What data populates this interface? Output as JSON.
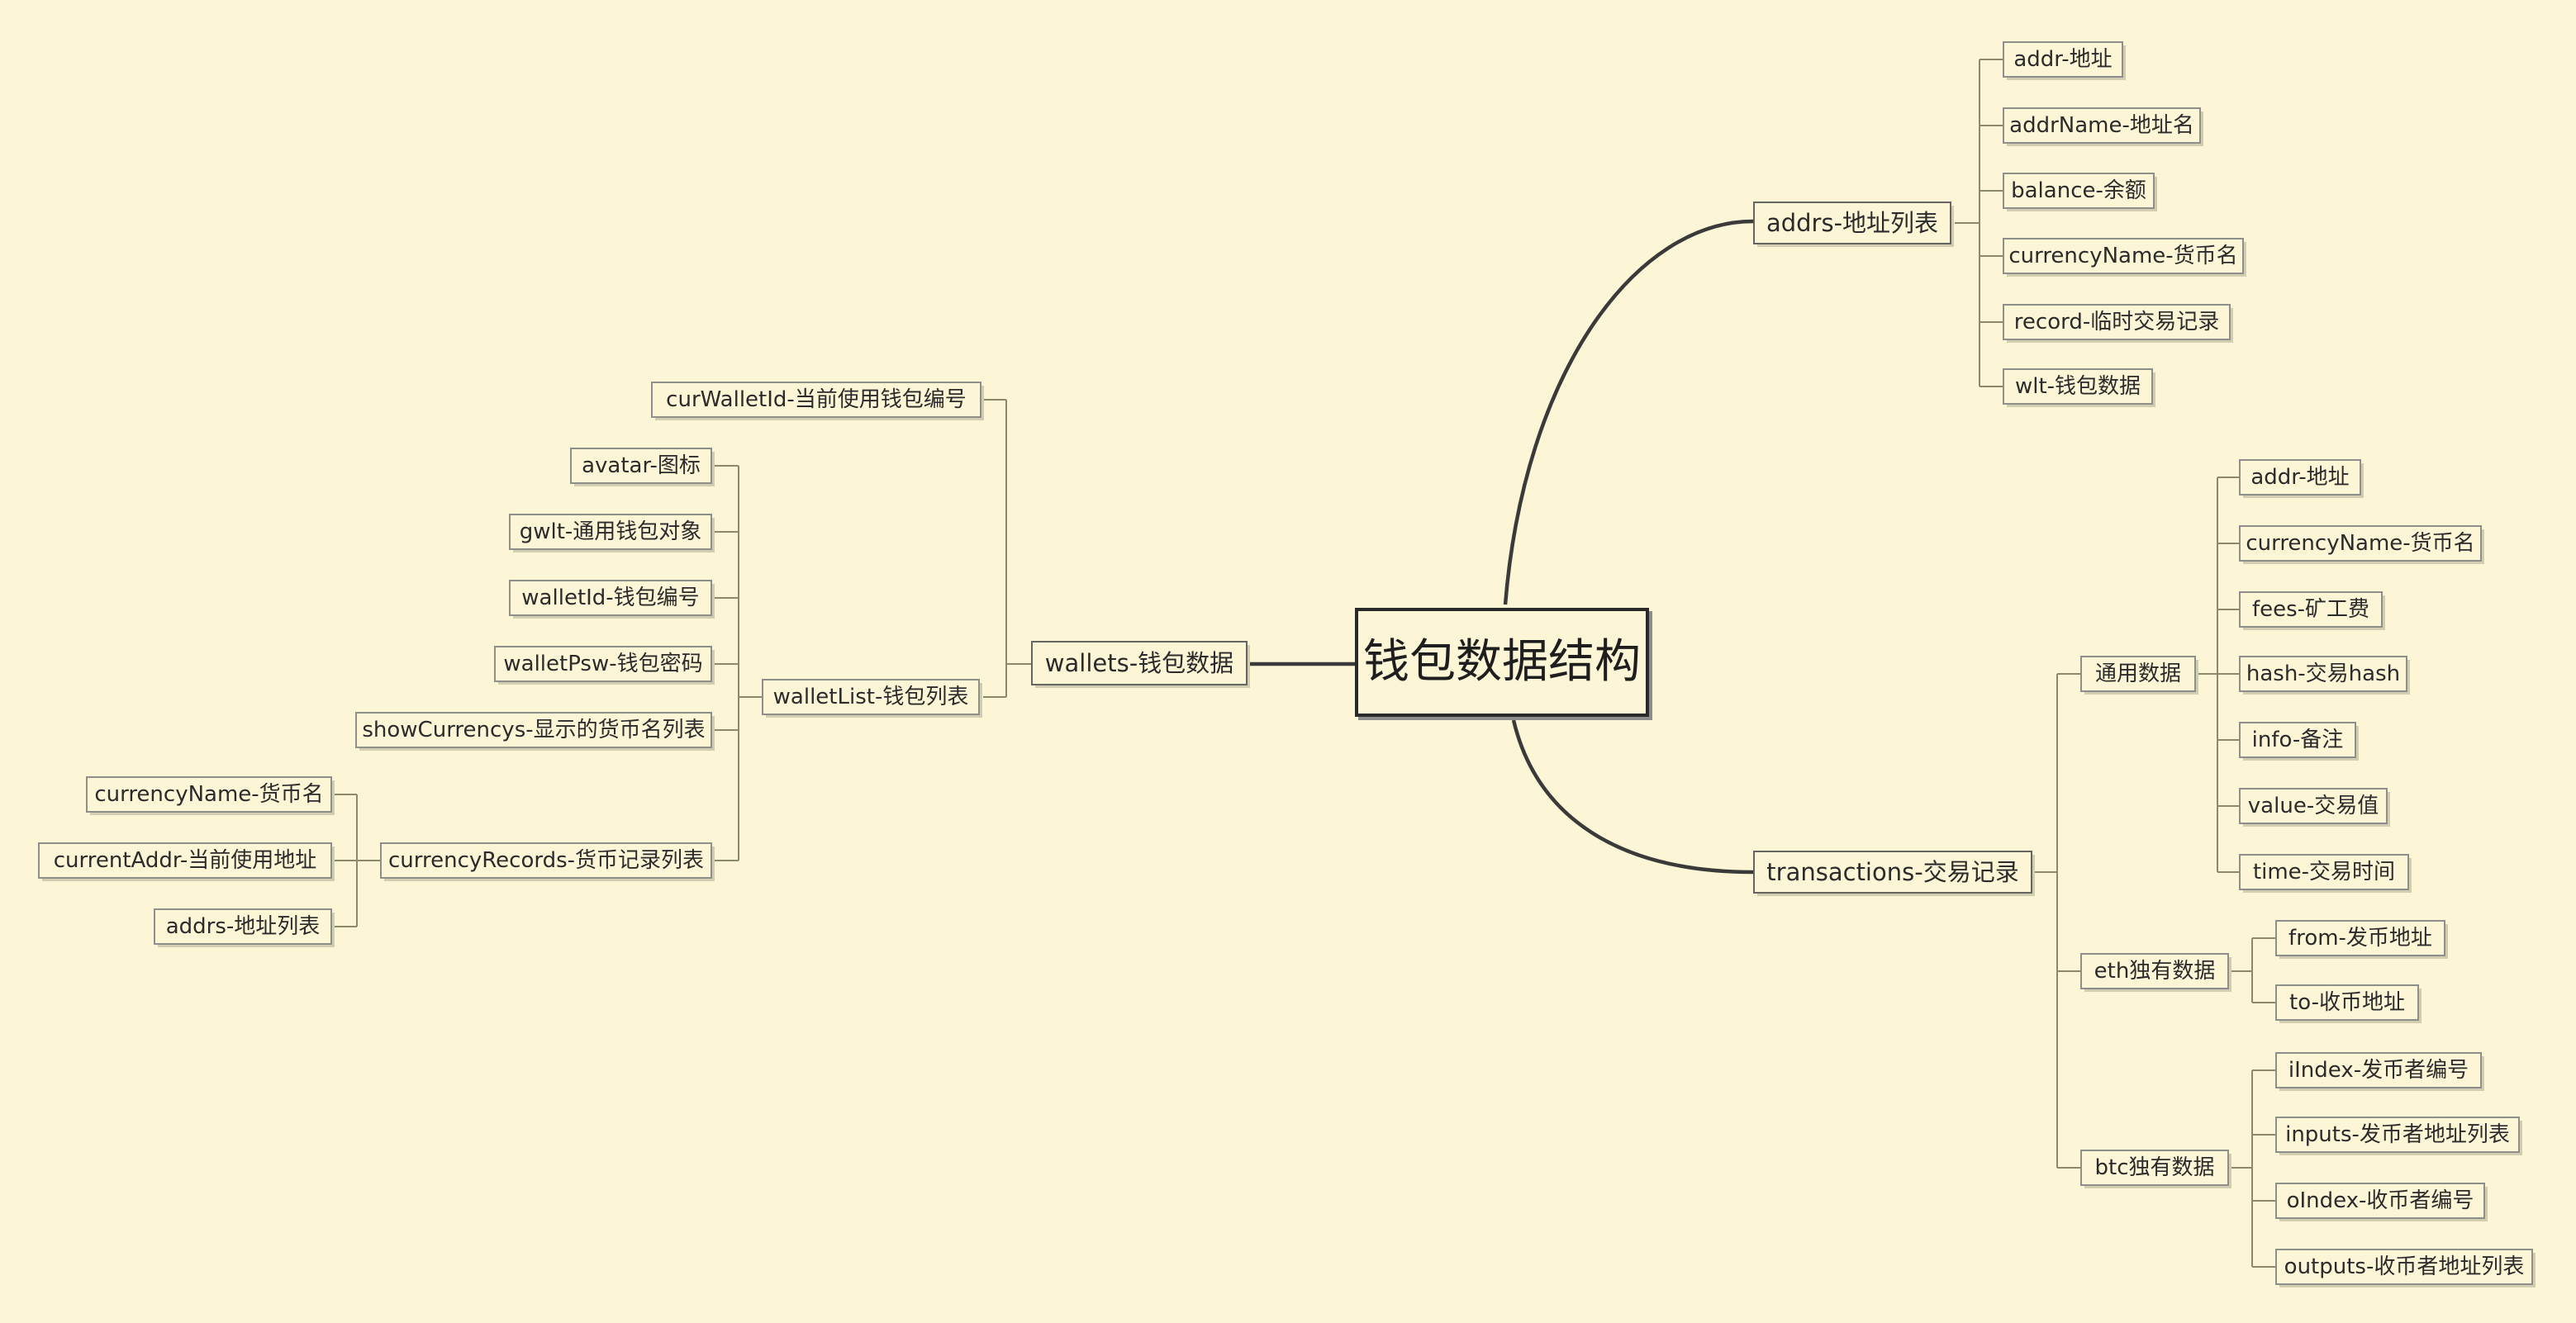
{
  "root": "钱包数据结构",
  "addrs": {
    "label": "addrs-地址列表",
    "items": [
      "addr-地址",
      "addrName-地址名",
      "balance-余额",
      "currencyName-货币名",
      "record-临时交易记录",
      "wlt-钱包数据"
    ]
  },
  "transactions": {
    "label": "transactions-交易记录",
    "common": {
      "label": "通用数据",
      "items": [
        "addr-地址",
        "currencyName-货币名",
        "fees-矿工费",
        "hash-交易hash",
        "info-备注",
        "value-交易值",
        "time-交易时间"
      ]
    },
    "eth": {
      "label": "eth独有数据",
      "items": [
        "from-发币地址",
        "to-收币地址"
      ]
    },
    "btc": {
      "label": "btc独有数据",
      "items": [
        "iIndex-发币者编号",
        "inputs-发币者地址列表",
        "oIndex-收币者编号",
        "outputs-收币者地址列表"
      ]
    }
  },
  "wallets": {
    "label": "wallets-钱包数据",
    "cur_wallet_id": "curWalletId-当前使用钱包编号",
    "wallet_list": {
      "label": "walletList-钱包列表",
      "items": [
        "avatar-图标",
        "gwlt-通用钱包对象",
        "walletId-钱包编号",
        "walletPsw-钱包密码",
        "showCurrencys-显示的货币名列表"
      ],
      "currency_records": {
        "label": "currencyRecords-货币记录列表",
        "items": [
          "currencyName-货币名",
          "currentAddr-当前使用地址",
          "addrs-地址列表"
        ]
      }
    }
  }
}
